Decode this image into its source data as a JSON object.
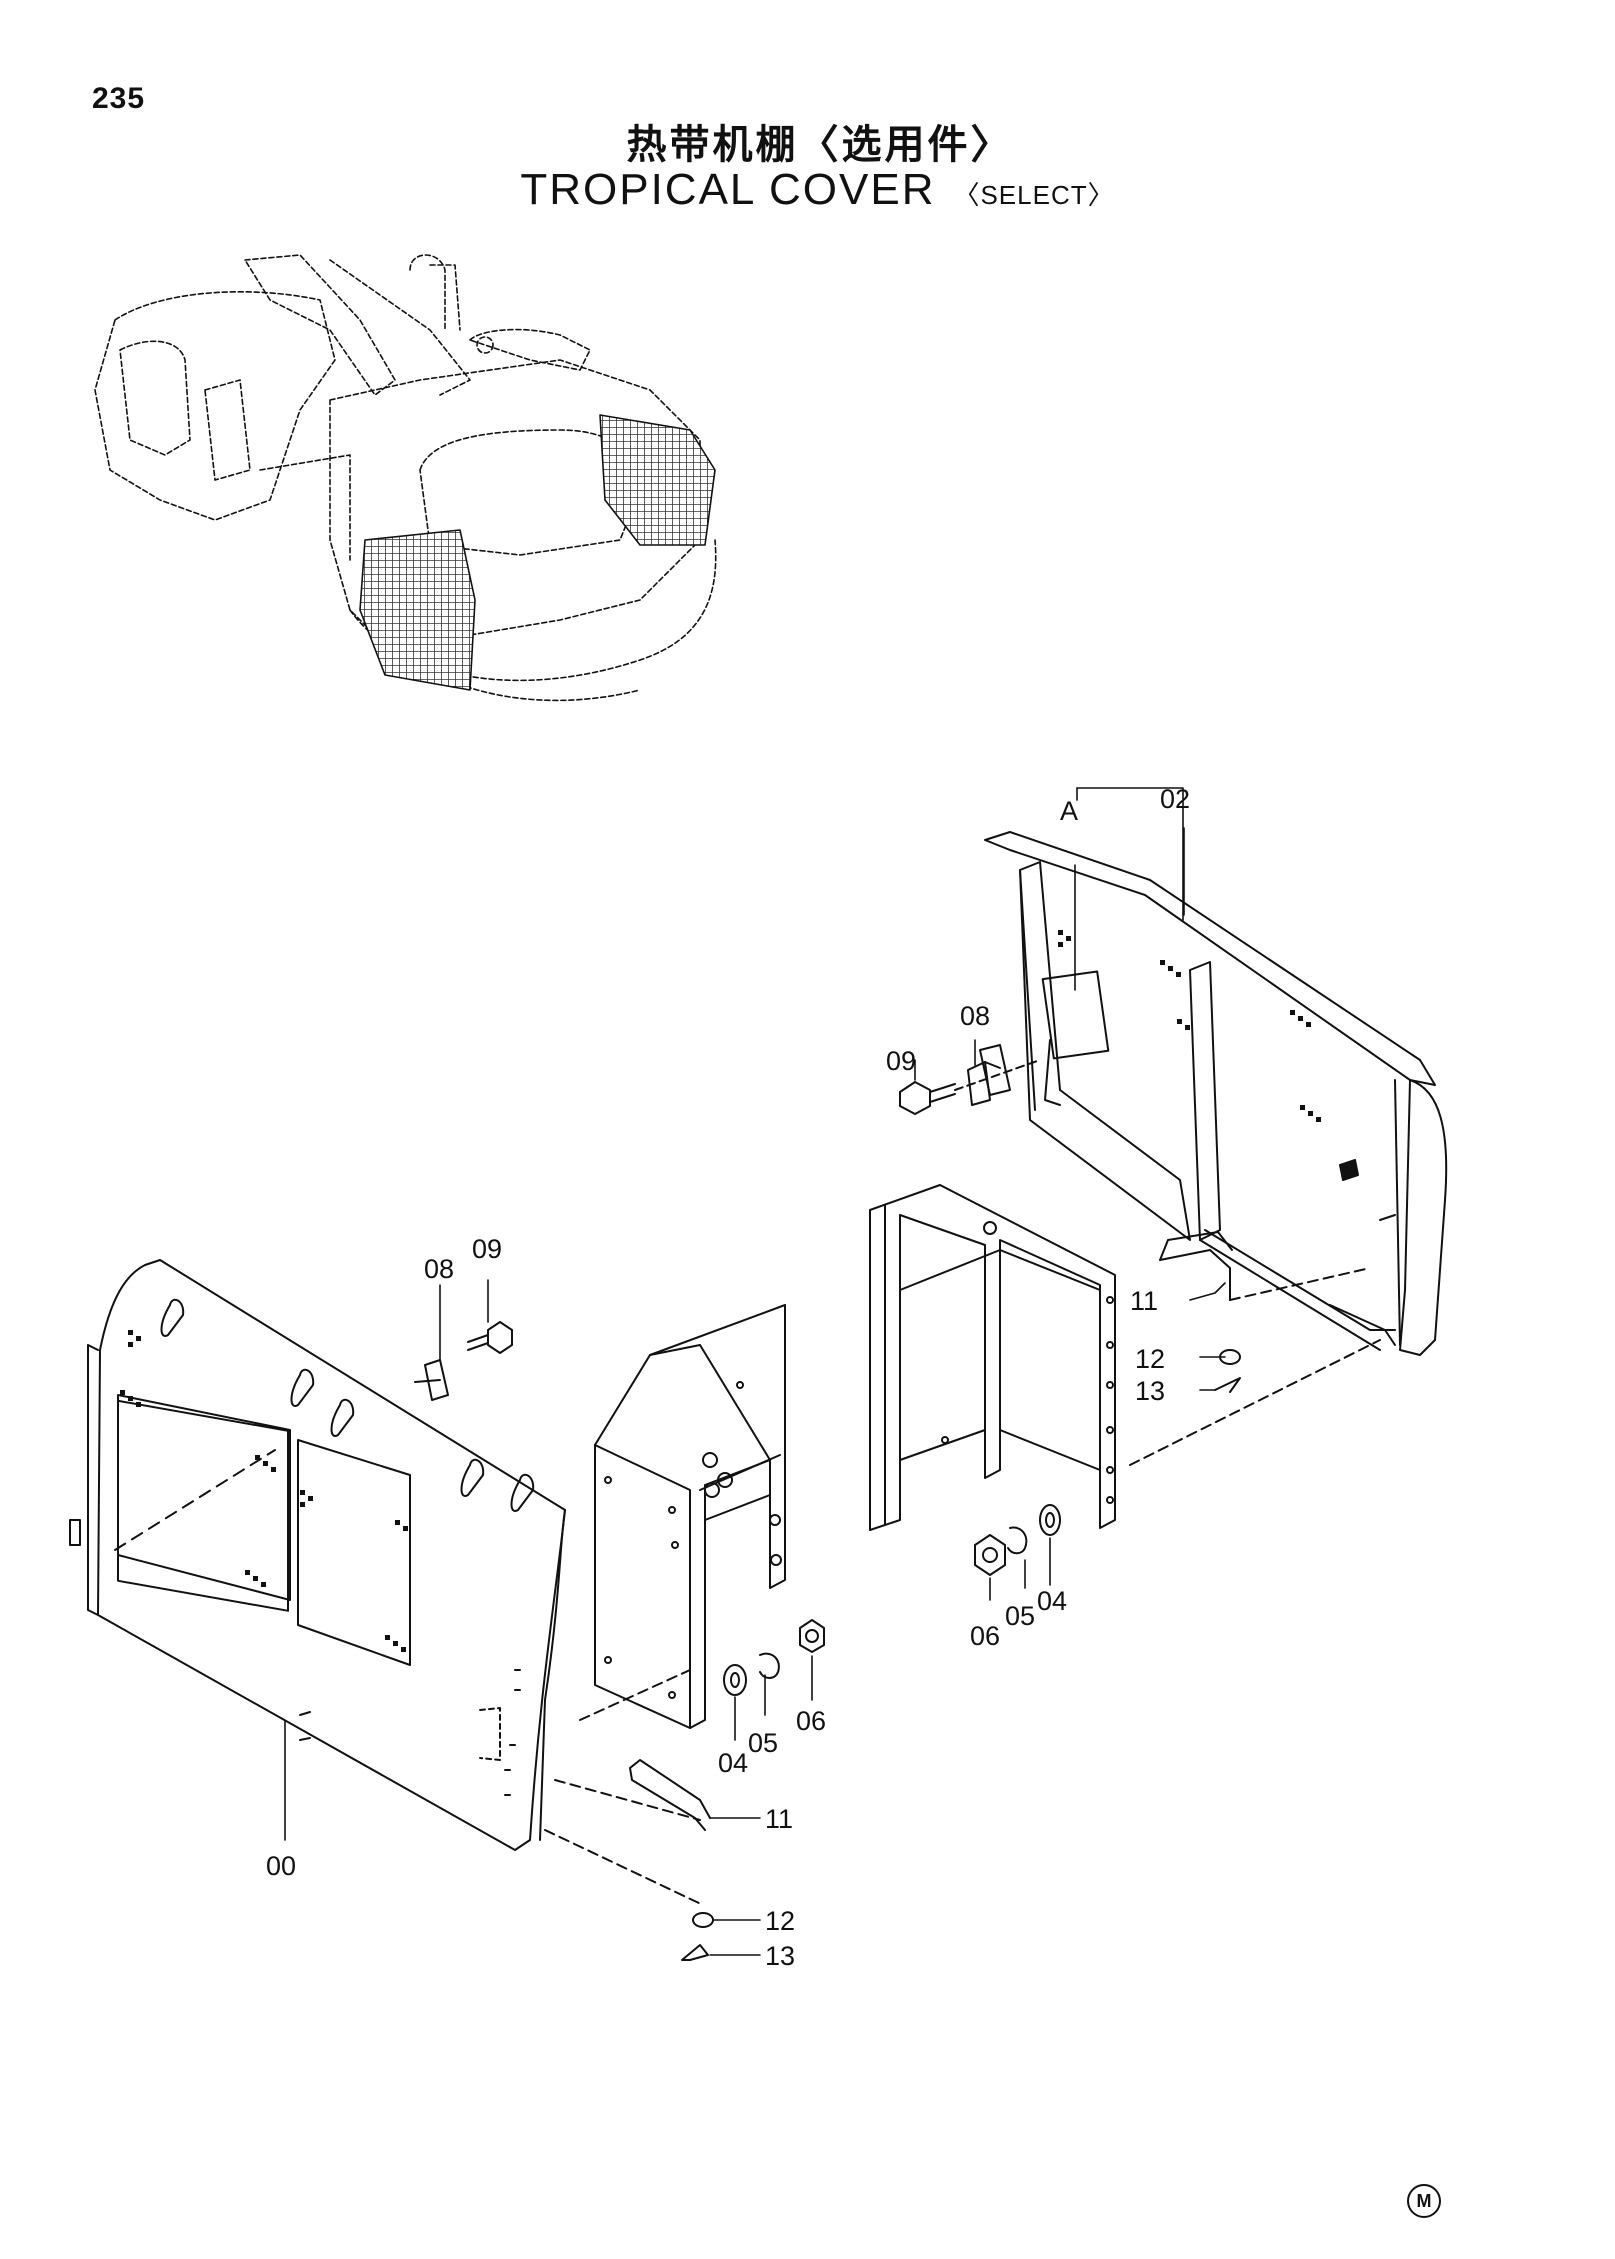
{
  "page": {
    "number": "235"
  },
  "title": {
    "chinese": "热带机棚〈选用件〉",
    "english": "TROPICAL COVER",
    "english_suffix": "〈SELECT〉"
  },
  "callouts": {
    "c00": "00",
    "c02": "02",
    "cA": "A",
    "c04a": "04",
    "c04b": "04",
    "c05a": "05",
    "c05b": "05",
    "c06a": "06",
    "c06b": "06",
    "c08a": "08",
    "c08b": "08",
    "c09a": "09",
    "c09b": "09",
    "c11a": "11",
    "c11b": "11",
    "c12a": "12",
    "c12b": "12",
    "c13a": "13",
    "c13b": "13"
  },
  "footer": {
    "mark": "M"
  },
  "style": {
    "line_color": "#111111",
    "mesh_color": "#333333"
  }
}
